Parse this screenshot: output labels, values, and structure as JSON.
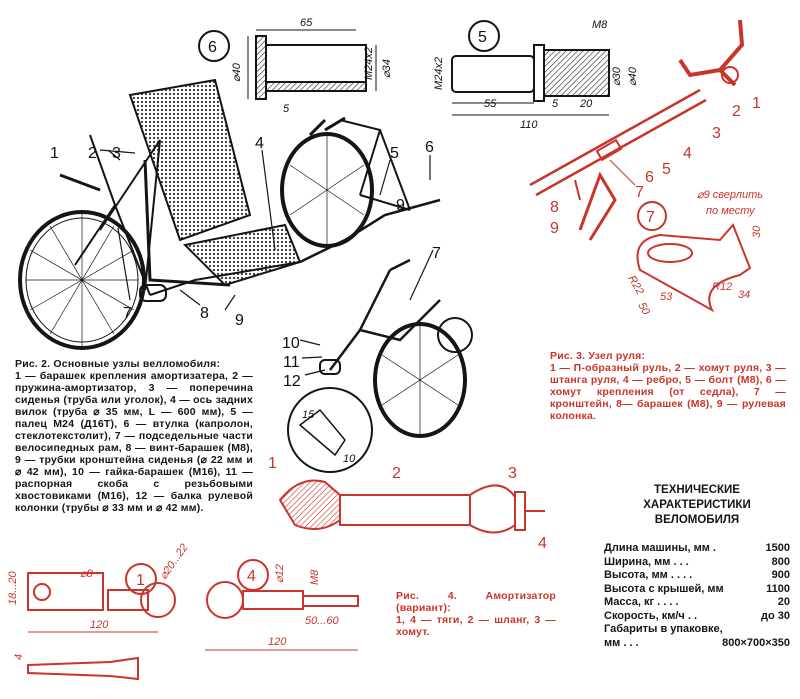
{
  "colors": {
    "ink": "#151515",
    "red": "#c8352b"
  },
  "fig2": {
    "labels": [
      "1",
      "2",
      "3",
      "4",
      "5",
      "6",
      "7",
      "8",
      "9",
      "10",
      "11",
      "12",
      "7",
      "9"
    ],
    "caption_title": "Рис. 2. Основные узлы велломобиля:",
    "caption_body": "1 — барашек крепления амортизатера, 2 — пружина-амортизатор, 3 — поперечина сиденья (труба или уголок), 4 — ось задних вилок (труба ⌀ 35 мм, L — 600 мм), 5 — палец М24 (Д16Т), 6 — втулка (капролон, стеклотекстолит), 7 — подседельные части велосипедных рам, 8 — винт-барашек (М8), 9 — трубки кронштейна сиденья (⌀ 22 мм и ⌀ 42 мм), 10 — гайка-барашек (М16), 11 — распорная скоба с резьбовыми хвостовиками (М16), 12 — балка рулевой колонки (трубы ⌀ 33 мм и ⌀ 42 мм)."
  },
  "fig6": {
    "number": "6",
    "dims": [
      "65",
      "⌀40",
      "М24х2",
      "⌀34",
      "5"
    ]
  },
  "fig5": {
    "number": "5",
    "dims": [
      "М24х2",
      "М8",
      "⌀30",
      "⌀40",
      "55",
      "5",
      "20",
      "110"
    ]
  },
  "fig3": {
    "labels": [
      "1",
      "2",
      "3",
      "4",
      "5",
      "6",
      "7",
      "8",
      "9"
    ],
    "caption_title": "Рис. 3. Узел руля:",
    "caption_body": "1 — П-образный руль, 2 — хомут руля, 3 — штанга руля, 4 — ребро, 5 — болт (М8), 6 — хомут крепления (от седла), 7 — кронштейн, 8— барашек (М8), 9 — рулевая колонка."
  },
  "fig7": {
    "number": "7",
    "note_line1": "⌀9 сверлить",
    "note_line2": "по месту",
    "dims": [
      "30",
      "R12",
      "34",
      "53",
      "50",
      "R22"
    ]
  },
  "detail": {
    "dims": [
      "15",
      "10"
    ]
  },
  "fig4": {
    "labels": [
      "1",
      "2",
      "3",
      "4"
    ],
    "part1": {
      "number": "1",
      "dims": [
        "⌀8",
        "⌀20...22",
        "18...20",
        "120",
        "4"
      ]
    },
    "part4": {
      "number": "4",
      "dims": [
        "М8",
        "⌀12",
        "50...60",
        "120"
      ]
    },
    "caption_title": "Рис. 4. Амортизатор (вариант):",
    "caption_body": "1, 4 — тяги, 2 — шланг, 3 — хомут."
  },
  "specs": {
    "title": [
      "ТЕХНИЧЕСКИЕ",
      "ХАРАКТЕРИСТИКИ",
      "ВЕЛОМОБИЛЯ"
    ],
    "rows": [
      {
        "label": "Длина машины, мм .",
        "value": "1500"
      },
      {
        "label": "Ширина, мм . . .",
        "value": "800"
      },
      {
        "label": "Высота, мм . . . .",
        "value": "900"
      },
      {
        "label": "Высота с крышей, мм",
        "value": "1100"
      },
      {
        "label": "Масса, кг . . . .",
        "value": "20"
      },
      {
        "label": "Скорость, км/ч . .",
        "value": "до 30"
      },
      {
        "label": "Габариты в упаковке,",
        "value": ""
      },
      {
        "label": "мм . . .",
        "value": "800×700×350"
      }
    ]
  }
}
